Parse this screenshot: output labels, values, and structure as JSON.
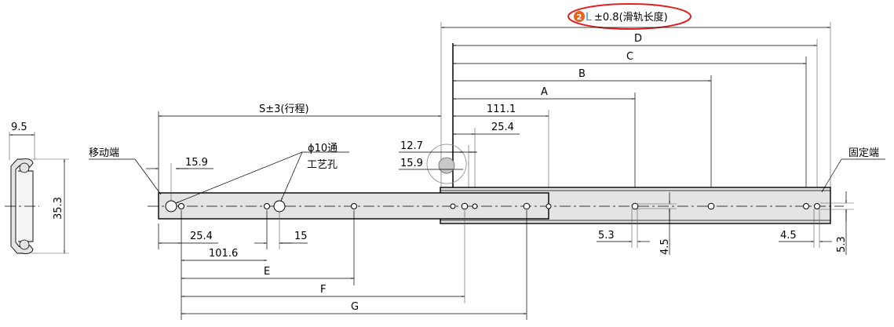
{
  "title": {
    "badge": "2",
    "badge_color": "#e8641e",
    "symbol": "L",
    "symbol_color": "#3b8fd6",
    "text": "±0.8(滑轨长度)",
    "highlight_color": "#e02020"
  },
  "labels": {
    "moving_end": "移动端",
    "fixed_end": "固定端",
    "hole_callout_line1": "ϕ10通",
    "hole_callout_line2": "工艺孔",
    "stroke": "S±3(行程)"
  },
  "dimensions": {
    "D": "D",
    "C": "C",
    "B": "B",
    "A": "A",
    "E": "E",
    "F": "F",
    "G": "G",
    "d111_1": "111.1",
    "d25_4_top": "25.4",
    "d12_7": "12.7",
    "d15_9_circle": "15.9",
    "d15_9_left": "15.9",
    "d25_4_bottom": "25.4",
    "d15": "15",
    "d101_6": "101.6",
    "d5_3_left": "5.3",
    "d4_5_vert": "4.5",
    "d4_5_right": "4.5",
    "d5_3_vert": "5.3",
    "d9_5": "9.5",
    "d35_3": "35.3"
  }
}
